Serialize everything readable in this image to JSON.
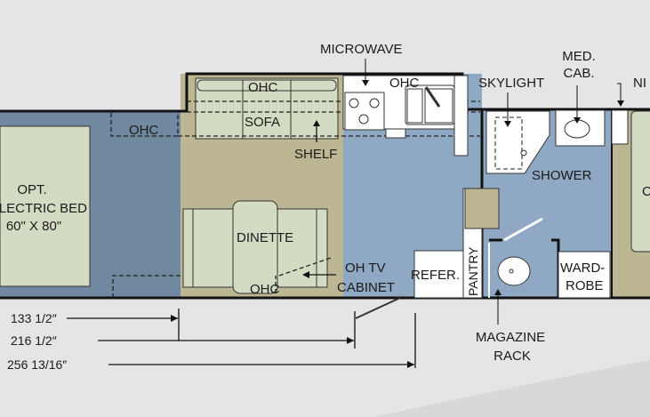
{
  "colors": {
    "background": "#e3e5e7",
    "bedroom": "#7089a0",
    "living": "#bcb693",
    "kitchen_bath": "#8fa9c4",
    "furniture": "#d3dcc3",
    "wall": "#111111"
  },
  "labels": {
    "ohc_bedroom": "OHC",
    "bed_line1": "OPT.",
    "bed_line2": "ELECTRIC BED",
    "bed_line3": "60\" X 80\"",
    "ohc_sofa": "OHC",
    "sofa": "SOFA",
    "shelf": "SHELF",
    "dinette": "DINETTE",
    "ohc_dinette": "OHC",
    "microwave": "MICROWAVE",
    "ohc_kitchen": "OHC",
    "oh_tv_line1": "OH TV",
    "oh_tv_line2": "CABINET",
    "refer": "REFER.",
    "pantry": "PANTRY",
    "skylight": "SKYLIGHT",
    "med_cab_line1": "MED.",
    "med_cab_line2": "CAB.",
    "night": "NI",
    "shower": "SHOWER",
    "wardrobe_line1": "WARD-",
    "wardrobe_line2": "ROBE",
    "magazine_line1": "MAGAZINE",
    "magazine_line2": "RACK",
    "right_room": "C"
  },
  "dimensions": [
    "133 1/2″",
    "216 1/2″",
    "256 13/16″"
  ]
}
